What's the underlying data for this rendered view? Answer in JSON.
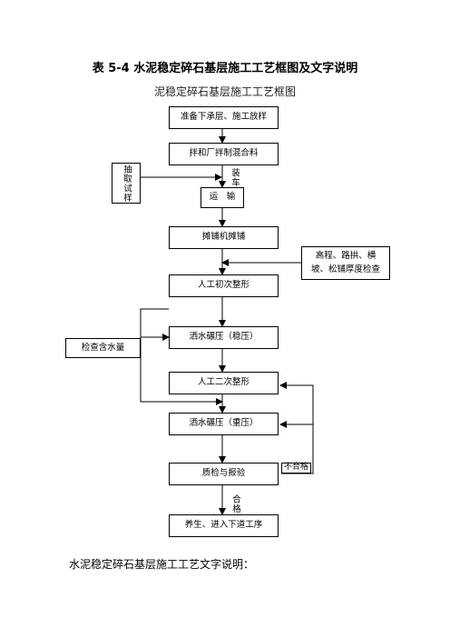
{
  "page": {
    "title": "表 5-4  水泥稳定碎石基层施工工艺框图及文字说明",
    "subtitle": "泥稳定碎石基层施工工艺框图",
    "footer": "水泥稳定碎石基层施工工艺文字说明："
  },
  "flow": {
    "prepare": "准备下承层、施工放样",
    "mixing": "拌和厂拌制混合料",
    "sampling": "抽取试样",
    "loading": "装车",
    "transport": "运　输",
    "paving": "摊铺机摊铺",
    "elevation_check": "高程、路拱、横坡、松铺厚度检查",
    "shaping_1": "人工初次整形",
    "water_check": "检查含水量",
    "roll_stable": "洒水碾压（稳压）",
    "shaping_2": "人工二次整形",
    "roll_heavy": "洒水碾压（重压）",
    "inspection": "质检与报验",
    "fail": "不合格",
    "pass": "合格",
    "curing": "养生、进入下道工序"
  }
}
